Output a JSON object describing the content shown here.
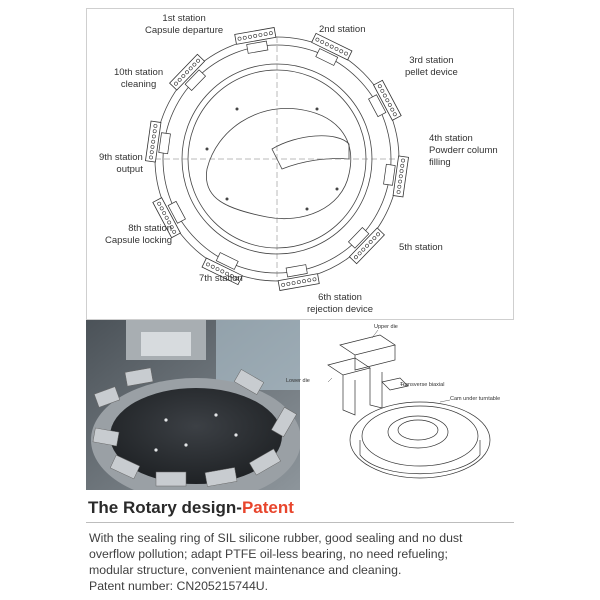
{
  "stations": {
    "s1": [
      "1st station",
      "Capsule departure"
    ],
    "s2": [
      "2nd station"
    ],
    "s3": [
      "3rd station",
      "pellet device"
    ],
    "s4": [
      "4th station",
      "Powderr column",
      "filling"
    ],
    "s5": [
      "5th station"
    ],
    "s6": [
      "6th station",
      "rejection device"
    ],
    "s7": [
      "7th station"
    ],
    "s8": [
      "8th station",
      "Capsule locking"
    ],
    "s9": [
      "9th station",
      "output"
    ],
    "s10": [
      "10th station",
      "cleaning"
    ]
  },
  "cam_labels": {
    "upper_die": "Upper die",
    "lower_die": "Lower die",
    "transverse_biaxial": "Transverse biaxial",
    "cam_under_turntable": "Cam under turntable"
  },
  "heading": {
    "main": "The Rotary design-",
    "accent": "Patent",
    "accent_color": "#e8452c"
  },
  "description": {
    "line1": "With the sealing ring of SIL silicone rubber, good sealing and no dust",
    "line2": "overflow pollution; adapt PTFE oil-less bearing, no need refueling;",
    "line3": "modular structure, convenient maintenance and cleaning.",
    "line4": "Patent number: CN205215744U."
  }
}
